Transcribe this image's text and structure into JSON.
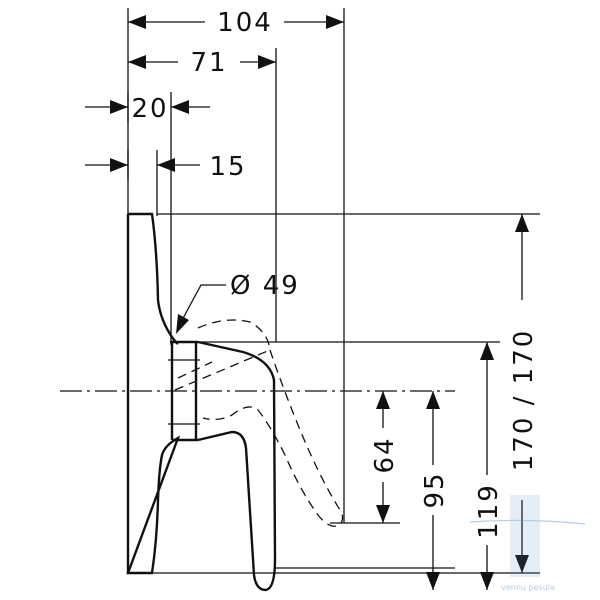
{
  "dimensions": {
    "overall_depth": "104",
    "handle_depth": "71",
    "plate_depth": "20",
    "plate_thickness": "15",
    "diameter": "Ø 49",
    "height_64": "64",
    "height_95": "95",
    "height_119": "119",
    "height_170": "170 / 170"
  },
  "watermark": {
    "text": "vennu pesula",
    "color": "#5b8fc7"
  },
  "colors": {
    "line": "#111111",
    "watermark": "#5b8fc7"
  }
}
